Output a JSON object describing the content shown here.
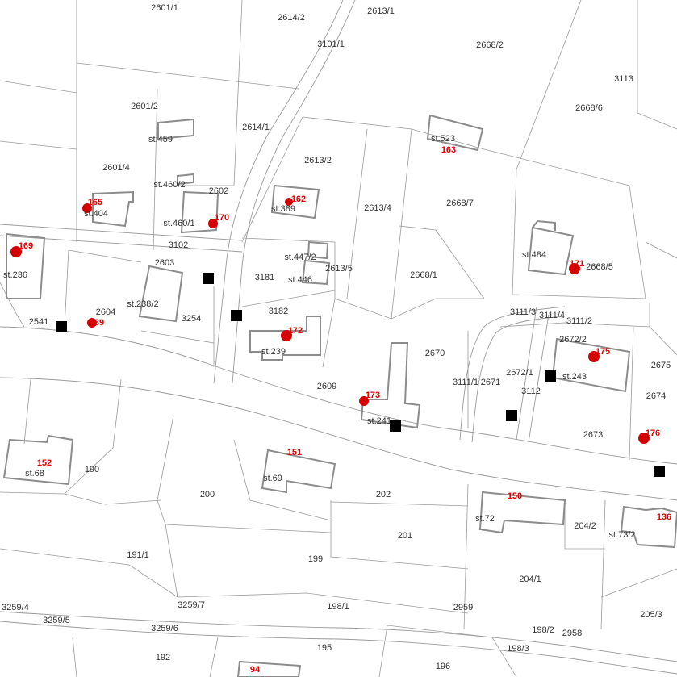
{
  "parcel_labels": [
    "2601/1",
    "2614/2",
    "2613/1",
    "3101/1",
    "2668/2",
    "3113",
    "2601/2",
    "2614/1",
    "2668/6",
    "st.459",
    "st.523",
    "2601/4",
    "2613/2",
    "st.460/2",
    "2602",
    "2613/4",
    "2668/7",
    "st.404",
    "st.389",
    "st.460/1",
    "3102",
    "st.236",
    "st.447/2",
    "st.484",
    "2668/5",
    "2603",
    "2613/5",
    "3181",
    "st.446",
    "2668/1",
    "st.238/2",
    "2604",
    "3182",
    "3254",
    "2541",
    "3111/3",
    "3111/4",
    "3111/2",
    "2672/2",
    "2670",
    "st.239",
    "2675",
    "3111/1",
    "2671",
    "2672/1",
    "st.243",
    "2609",
    "3112",
    "2674",
    "st.241",
    "2673",
    "190",
    "st.68",
    "200",
    "st.69",
    "202",
    "st.72",
    "204/2",
    "st.73/2",
    "201",
    "191/1",
    "199",
    "204/1",
    "3259/4",
    "3259/7",
    "198/1",
    "2959",
    "205/3",
    "3259/5",
    "3259/6",
    "198/2",
    "2958",
    "192",
    "195",
    "198/3",
    "196"
  ],
  "house_numbers": [
    "163",
    "165",
    "162",
    "170",
    "169",
    "171",
    "172",
    "175",
    "89",
    "173",
    "176",
    "152",
    "151",
    "150",
    "136",
    "94"
  ]
}
